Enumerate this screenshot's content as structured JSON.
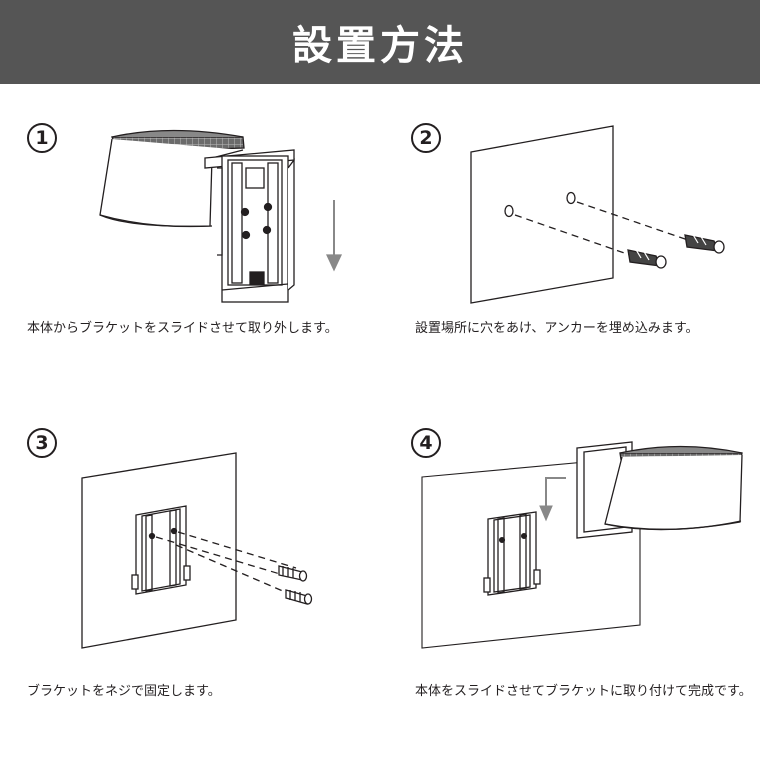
{
  "header": {
    "title": "設置方法",
    "background": "#555555"
  },
  "steps": [
    {
      "number": "1",
      "caption": "本体からブラケットをスライドさせて取り外します。"
    },
    {
      "number": "2",
      "caption": "設置場所に穴をあけ、アンカーを埋め込みます。"
    },
    {
      "number": "3",
      "caption": "ブラケットをネジで固定します。"
    },
    {
      "number": "4",
      "caption": "本体をスライドさせてブラケットに取り付けて完成です。"
    }
  ],
  "colors": {
    "line": "#231f20",
    "arrow": "#888888",
    "lamp_body": "#ffffff"
  }
}
